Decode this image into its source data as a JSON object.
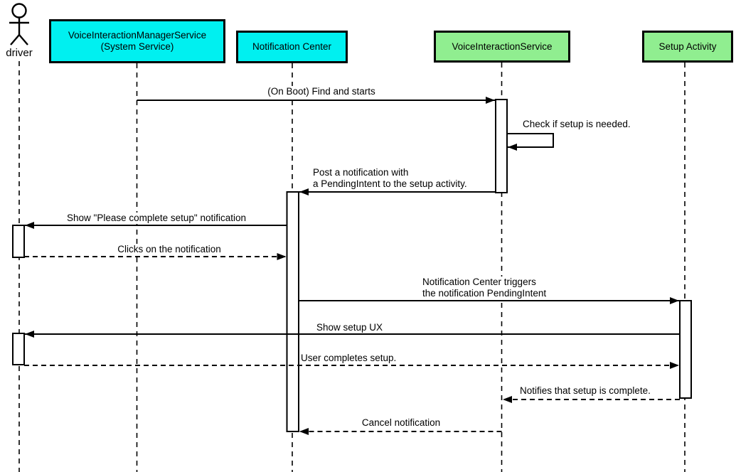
{
  "diagram": {
    "type": "uml-sequence-diagram",
    "participants": [
      {
        "id": "driver",
        "kind": "actor",
        "label": "driver"
      },
      {
        "id": "vims",
        "kind": "box",
        "label": "VoiceInteractionManagerService\n(System Service)",
        "color": "#00F0F0"
      },
      {
        "id": "nc",
        "kind": "box",
        "label": "Notification Center",
        "color": "#00F0F0"
      },
      {
        "id": "vis",
        "kind": "box",
        "label": "VoiceInteractionService",
        "color": "#90EE90"
      },
      {
        "id": "sa",
        "kind": "box",
        "label": "Setup Activity",
        "color": "#90EE90"
      }
    ],
    "messages": [
      {
        "label": "(On Boot) Find and starts",
        "from": "vims",
        "to": "vis",
        "line": "solid"
      },
      {
        "label": "Check if setup is needed.",
        "from": "vis",
        "to": "vis",
        "line": "solid"
      },
      {
        "label": "Post a notification with\na PendingIntent to the setup activity.",
        "from": "vis",
        "to": "nc",
        "line": "solid"
      },
      {
        "label": "Show \"Please complete setup\" notification",
        "from": "nc",
        "to": "driver",
        "line": "solid"
      },
      {
        "label": "Clicks on the notification",
        "from": "driver",
        "to": "nc",
        "line": "dashed"
      },
      {
        "label": "Notification Center triggers\nthe notification PendingIntent",
        "from": "nc",
        "to": "sa",
        "line": "solid"
      },
      {
        "label": "Show setup UX",
        "from": "sa",
        "to": "driver",
        "line": "solid"
      },
      {
        "label": "User completes setup.",
        "from": "driver",
        "to": "sa",
        "line": "dashed"
      },
      {
        "label": "Notifies that setup is complete.",
        "from": "sa",
        "to": "vis",
        "line": "dashed"
      },
      {
        "label": "Cancel notification",
        "from": "vis",
        "to": "nc",
        "line": "dashed"
      }
    ],
    "colors": {
      "service_box": "#00F0F0",
      "activity_box": "#90EE90",
      "line": "#000000",
      "background": "#FFFFFF"
    }
  }
}
